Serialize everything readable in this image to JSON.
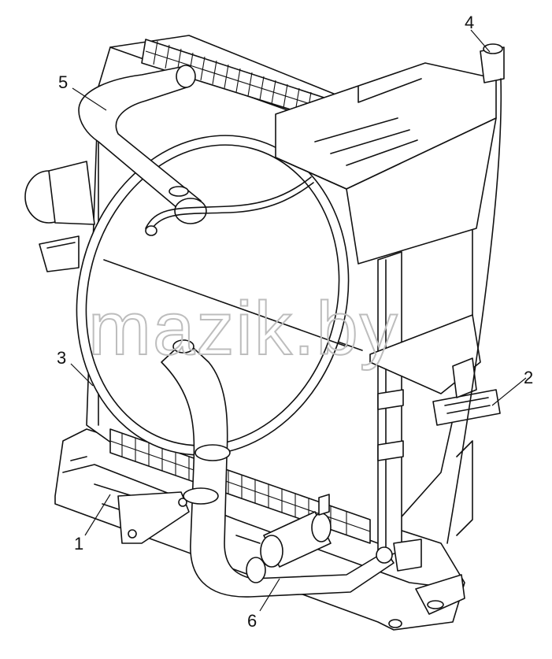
{
  "watermark": "mazik.by",
  "callouts": [
    {
      "id": "1",
      "label": "1"
    },
    {
      "id": "2",
      "label": "2"
    },
    {
      "id": "3",
      "label": "3"
    },
    {
      "id": "4",
      "label": "4"
    },
    {
      "id": "5",
      "label": "5"
    },
    {
      "id": "6",
      "label": "6"
    }
  ],
  "colors": {
    "line": "#111111",
    "watermark": "#bdbdbd",
    "background": "#ffffff"
  }
}
